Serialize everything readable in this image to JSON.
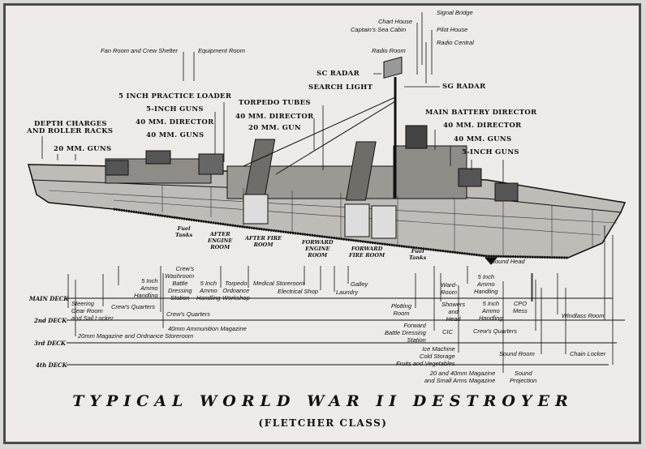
{
  "title": "TYPICAL WORLD WAR II DESTROYER",
  "subtitle": "(FLETCHER CLASS)",
  "top_labels": {
    "fan_room": "Fan Room and Crew Shelter",
    "equipment_room": "Equipment Room",
    "chart_house": "Chart House",
    "captains_sea_cabin": "Captain's Sea Cabin",
    "radio_room": "Radio Room",
    "signal_bridge": "Signal Bridge",
    "pilot_house": "Pilot House",
    "radio_central": "Radio Central"
  },
  "callouts": {
    "sc_radar": "SC RADAR",
    "search_light": "SEARCH LIGHT",
    "sg_radar": "SG RADAR",
    "practice_loader": "5 INCH PRACTICE LOADER",
    "aft_5inch_guns": "5-INCH GUNS",
    "aft_40mm_director": "40 MM. DIRECTOR",
    "aft_40mm_guns": "40 MM. GUNS",
    "depth_charges": "DEPTH CHARGES",
    "roller_racks": "AND ROLLER RACKS",
    "aft_20mm_guns": "20 MM. GUNS",
    "torpedo_tubes": "TORPEDO TUBES",
    "mid_40mm_director": "40 MM. DIRECTOR",
    "mid_20mm_gun": "20 MM. GUN",
    "main_battery_director": "MAIN BATTERY DIRECTOR",
    "fwd_40mm_director": "40 MM. DIRECTOR",
    "fwd_40mm_guns": "40 MM. GUNS",
    "fwd_5inch_guns": "5-INCH GUNS"
  },
  "compartments": {
    "fuel_tanks_aft": "Fuel\nTanks",
    "after_engine_room": "AFTER\nENGINE\nROOM",
    "after_fire_room": "AFTER FIRE\nROOM",
    "forward_engine_room": "FORWARD\nENGINE\nROOM",
    "forward_fire_room": "FORWARD\nFIRE ROOM",
    "fuel_tanks_fwd": "Fuel\nTanks",
    "sound_head": "Sound Head"
  },
  "decks": [
    "MAIN DECK",
    "2nd DECK",
    "3rd DECK",
    "4th DECK"
  ],
  "lower_labels": {
    "steering": "Steering\nGear Room\nand Sail Locker",
    "crews_quarters_1": "Crew's Quarters",
    "ammo_1": "5 Inch\nAmmo\nHandling",
    "washroom": "Crew's\nWashroom",
    "battle_dressing": "Battle\nDressing\nStation",
    "ammo_2": "5 Inch\nAmmo\nHandling",
    "torpedo_workshop": "Torpedo\nOrdnance\nWorkshop",
    "crews_quarters_2": "Crew's Quarters",
    "magazine_40mm": "40mm Ammunition Magazine",
    "magazine_20mm": "20mm Magazine and Ordnance Storeroom",
    "medical": "Medical Storeroom",
    "electrical": "Electrical Shop",
    "galley": "Galley",
    "laundry": "Laundry",
    "plotting": "Plotting\nRoom",
    "fwd_battle_dressing": "Forward\nBattle Dressing\nStation",
    "cic": "CIC",
    "wardroom": "Ward-\nRoom",
    "showers": "Showers\nand\nHead",
    "ice_machine": "Ice Machine\nCold Storage\nFruits and Vegetables",
    "ammo_3": "5 Inch\nAmmo\nHandling",
    "ammo_4": "5 Inch\nAmmo\nHandling",
    "crews_quarters_3": "Crew's Quarters",
    "magazine_small_arms": "20 and 40mm Magazine\nand Small Arms Magazine",
    "cpo_mess": "CPO\nMess",
    "sound_room": "Sound Room",
    "sound_projection": "Sound\nProjection",
    "windlass": "Windlass Room",
    "chain_locker": "Chain Locker"
  }
}
